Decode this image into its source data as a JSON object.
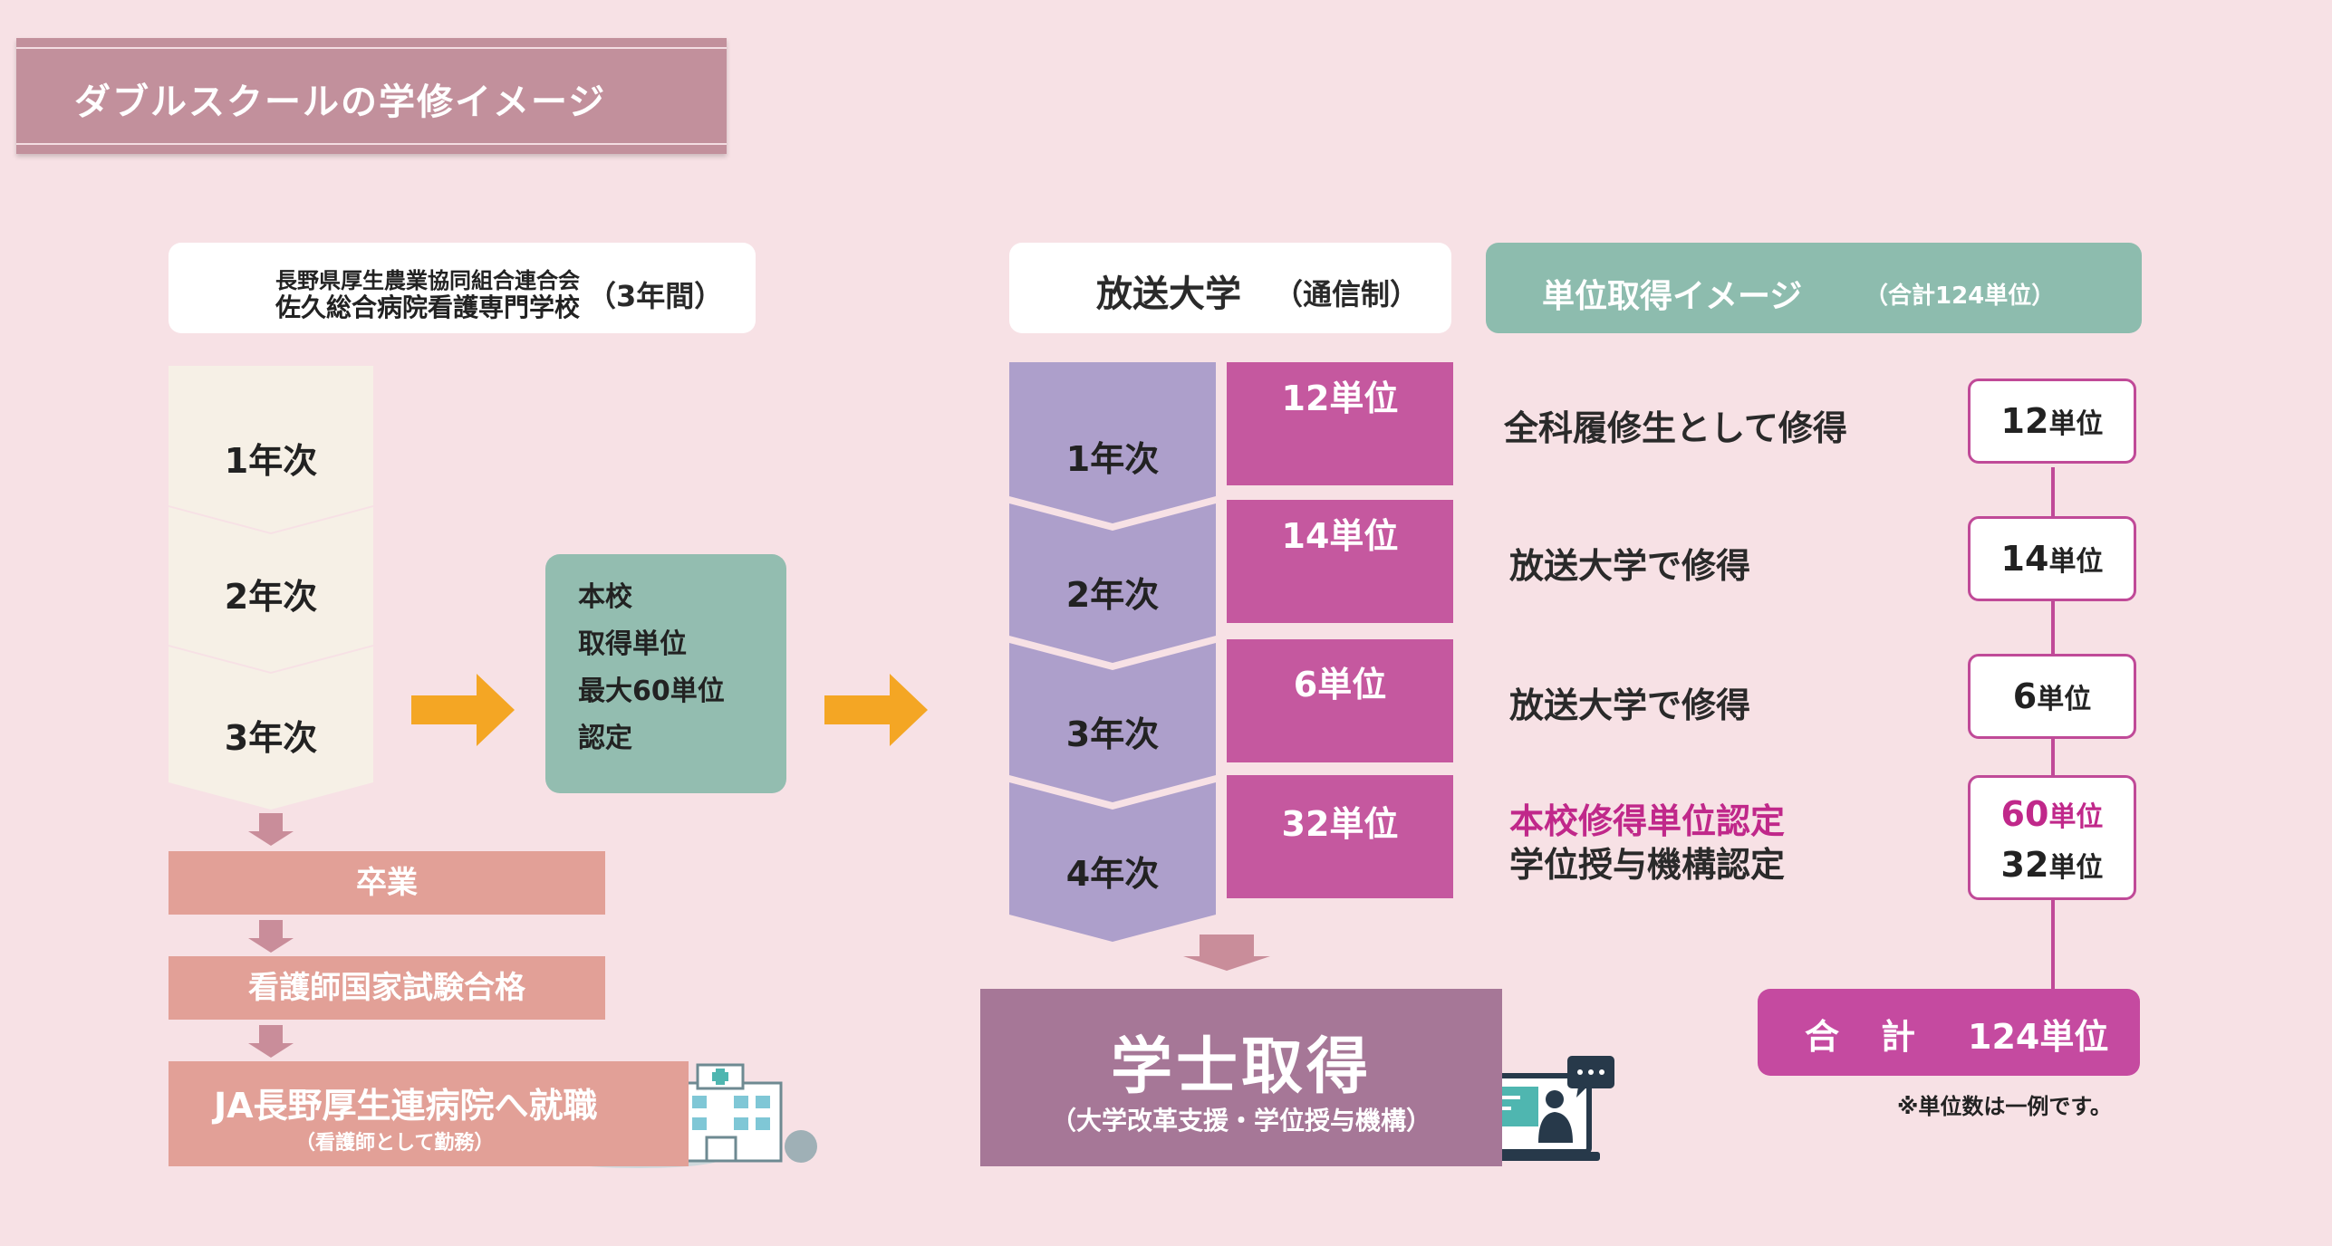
{
  "banner": {
    "title": "ダブルスクールの学修イメージ"
  },
  "left_header": {
    "org_line1": "長野県厚生農業協同組合連合会",
    "org_line2": "佐久総合病院看護専門学校",
    "duration": "（3年間）"
  },
  "left_years": [
    "1年次",
    "2年次",
    "3年次"
  ],
  "transfer_box": {
    "lines": [
      "本校",
      "取得単位",
      "最大60単位",
      "認定"
    ]
  },
  "left_steps": {
    "graduation": "卒業",
    "exam": "看護師国家試験合格",
    "job": "JA長野厚生連病院へ就職",
    "job_note": "（看護師として勤務）"
  },
  "mid_header": {
    "name": "放送大学",
    "sub": "（通信制）"
  },
  "mid_years": [
    "1年次",
    "2年次",
    "3年次",
    "4年次"
  ],
  "mid_credits": [
    "12単位",
    "14単位",
    "6単位",
    "32単位"
  ],
  "right_header": {
    "title": "単位取得イメージ",
    "sub": "（合計124単位）"
  },
  "descriptions": {
    "row1": "全科履修生として修得",
    "row2": "放送大学で修得",
    "row3": "放送大学で修得",
    "row4_line1": "本校修得単位認定",
    "row4_line2": "学位授与機構認定"
  },
  "credit_boxes": {
    "b1": {
      "num": "12",
      "unit": "単位"
    },
    "b2": {
      "num": "14",
      "unit": "単位"
    },
    "b3": {
      "num": "6",
      "unit": "単位"
    },
    "b4a": {
      "num": "60",
      "unit": "単位"
    },
    "b4b": {
      "num": "32",
      "unit": "単位"
    }
  },
  "total": {
    "label": "合　計",
    "value": "124単位"
  },
  "note": "※単位数は一例です。",
  "degree": {
    "title": "学士取得",
    "sub": "（大学改革支援・学位授与機構）"
  },
  "colors": {
    "background": "#f7e1e5",
    "banner": "#c2909c",
    "chevron_left": "#f6f0e6",
    "chevron_mid": "#ad9fcb",
    "magenta": "#c5589f",
    "teal": "#93bdb0",
    "salmon": "#e2a097",
    "arrow": "#f4a624",
    "accent_text": "#c0288a"
  }
}
